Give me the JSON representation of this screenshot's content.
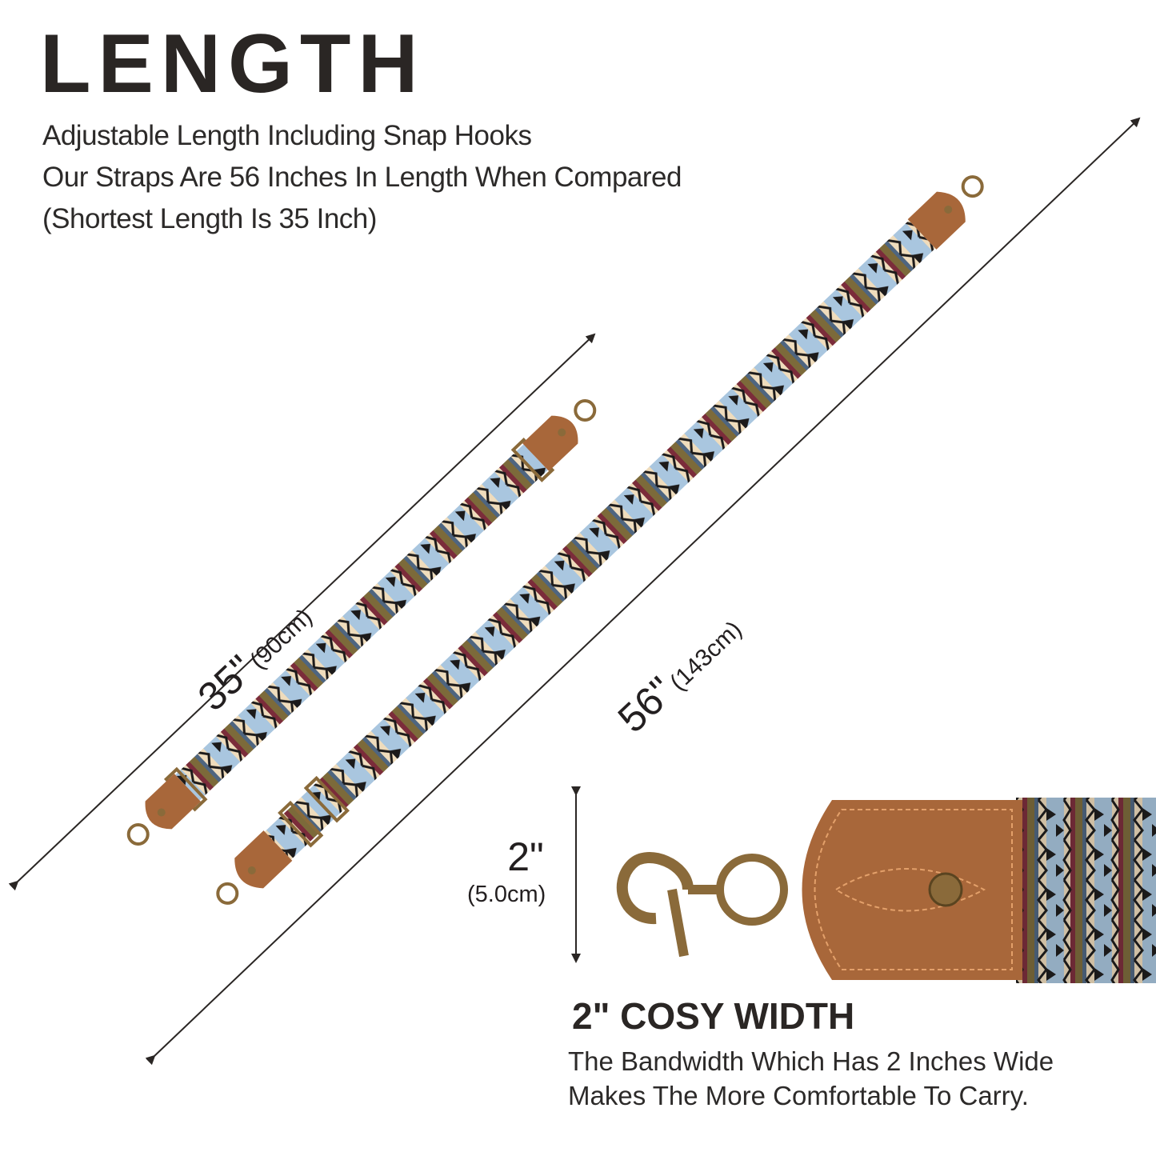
{
  "header": {
    "title": "LENGTH",
    "intro_lines": [
      "Adjustable Length Including Snap Hooks",
      "Our Straps Are 56 Inches In Length When Compared",
      "(Shortest Length Is 35 Inch)"
    ]
  },
  "short_strap": {
    "length_in": "35\"",
    "length_cm": "(90cm)"
  },
  "long_strap": {
    "length_in": "56\"",
    "length_cm": "(143cm)"
  },
  "width": {
    "value_in": "2\"",
    "value_cm": "(5.0cm)",
    "feature_title": "2\" COSY WIDTH",
    "feature_lines": [
      "The Bandwidth Which Has 2 Inches Wide",
      "Makes The More Comfortable To Carry."
    ]
  },
  "colors": {
    "leather": "#a8673a",
    "leather_dark": "#7a4524",
    "brass": "#8a6a3a",
    "pattern_blue": "#a9c6df",
    "pattern_cream": "#efdcbc",
    "pattern_black": "#1c1a1a",
    "pattern_olive": "#7c6a3a",
    "pattern_maroon": "#7b2c3a",
    "pattern_steel": "#4e6580"
  }
}
